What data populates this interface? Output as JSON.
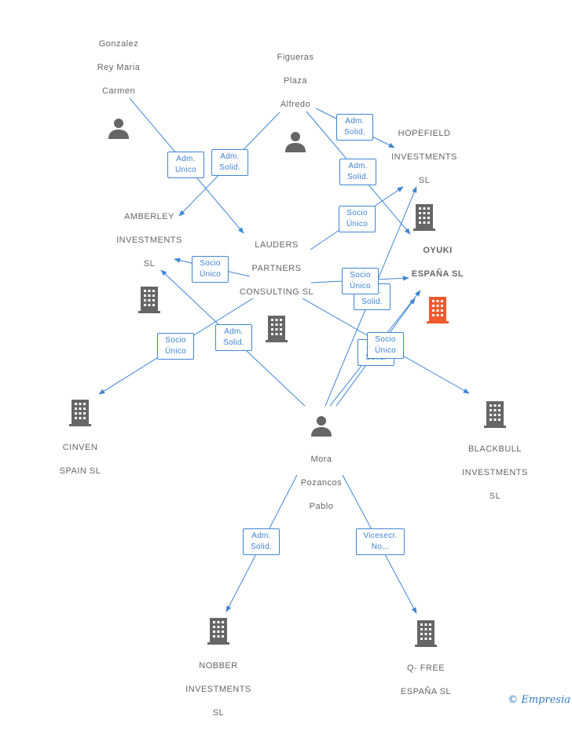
{
  "colors": {
    "edge": "#3f86d5",
    "icon": "#666666",
    "highlight": "#f05a2c",
    "text": "#666666"
  },
  "nodes": {
    "gonzalez": {
      "lines": [
        "Gonzalez",
        "Rey Maria",
        "Carmen"
      ],
      "icon": "person-icon"
    },
    "figueras": {
      "lines": [
        "Figueras",
        "Plaza",
        "Alfredo"
      ],
      "icon": "person-icon"
    },
    "hopefield": {
      "lines": [
        "HOPEFIELD",
        "INVESTMENTS",
        "SL"
      ],
      "icon": "building-icon"
    },
    "oyuki": {
      "lines": [
        "OYUKI",
        "ESPAÑA SL"
      ],
      "icon": "building-icon"
    },
    "amberley": {
      "lines": [
        "AMBERLEY",
        "INVESTMENTS",
        "SL"
      ],
      "icon": "building-icon"
    },
    "lauders": {
      "lines": [
        "LAUDERS",
        "PARTNERS",
        "CONSULTING SL"
      ],
      "icon": "building-icon"
    },
    "cinven": {
      "lines": [
        "CINVEN",
        "SPAIN SL"
      ],
      "icon": "building-icon"
    },
    "mora": {
      "lines": [
        "Mora",
        "Pozancos",
        "Pablo"
      ],
      "icon": "person-icon"
    },
    "blackbull": {
      "lines": [
        "BLACKBULL",
        "INVESTMENTS",
        "SL"
      ],
      "icon": "building-icon"
    },
    "nobber": {
      "lines": [
        "NOBBER",
        "INVESTMENTS",
        "SL"
      ],
      "icon": "building-icon"
    },
    "qfree": {
      "lines": [
        "Q- FREE",
        "ESPAÑA SL"
      ],
      "icon": "building-icon"
    }
  },
  "edge_labels": [
    {
      "id": "gonzalez-amberley",
      "lines": [
        "Adm.",
        "Unico"
      ]
    },
    {
      "id": "figueras-lauders",
      "lines": [
        "Adm.",
        "Solid."
      ]
    },
    {
      "id": "figueras-hopefield",
      "lines": [
        "Adm.",
        "Solid."
      ]
    },
    {
      "id": "figueras-oyuki",
      "lines": [
        "Adm.",
        "Solid."
      ]
    },
    {
      "id": "lauders-hopefield",
      "lines": [
        "Socio",
        "Único"
      ]
    },
    {
      "id": "lauders-amberley",
      "lines": [
        "Socio",
        "Único"
      ]
    },
    {
      "id": "mora-oyuki-solid",
      "lines": [
        "Adm.",
        "Solid."
      ]
    },
    {
      "id": "lauders-oyuki",
      "lines": [
        "Socio",
        "Único"
      ]
    },
    {
      "id": "lauders-cinven",
      "lines": [
        "Socio",
        "Único"
      ]
    },
    {
      "id": "mora-amberley",
      "lines": [
        "Adm.",
        "Solid."
      ]
    },
    {
      "id": "mora-blackbull",
      "lines": [
        "Adm.",
        "Solid."
      ]
    },
    {
      "id": "lauders-blackbull",
      "lines": [
        "Socio",
        "Único"
      ]
    },
    {
      "id": "mora-nobber",
      "lines": [
        "Adm.",
        "Solid."
      ]
    },
    {
      "id": "mora-qfree",
      "lines": [
        "Vicesecr.",
        "No..."
      ]
    }
  ],
  "brand": {
    "symbol": "©",
    "name": "Empresia"
  }
}
